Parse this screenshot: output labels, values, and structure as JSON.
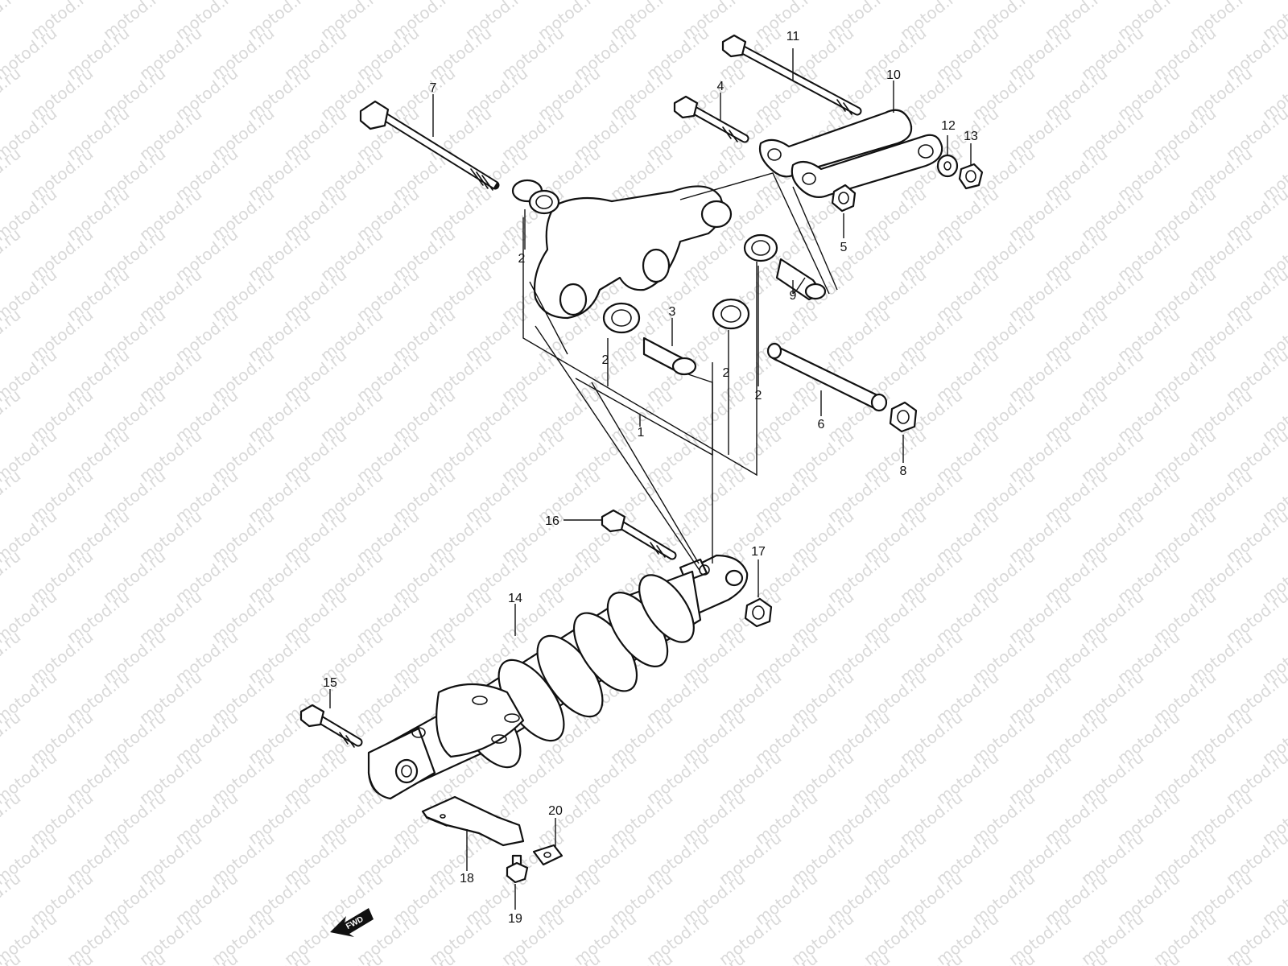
{
  "watermark": {
    "text": "motod.ru"
  },
  "labels": {
    "l1": "1",
    "l2a": "2",
    "l2b": "2",
    "l2c": "2",
    "l2d": "2",
    "l3": "3",
    "l4": "4",
    "l5": "5",
    "l6": "6",
    "l7": "7",
    "l8": "8",
    "l9": "9",
    "l10": "10",
    "l11": "11",
    "l12": "12",
    "l13": "13",
    "l14": "14",
    "l15": "15",
    "l16": "16",
    "l17": "17",
    "l18": "18",
    "l19": "19",
    "l20": "20"
  },
  "fwd_label": "FWD"
}
